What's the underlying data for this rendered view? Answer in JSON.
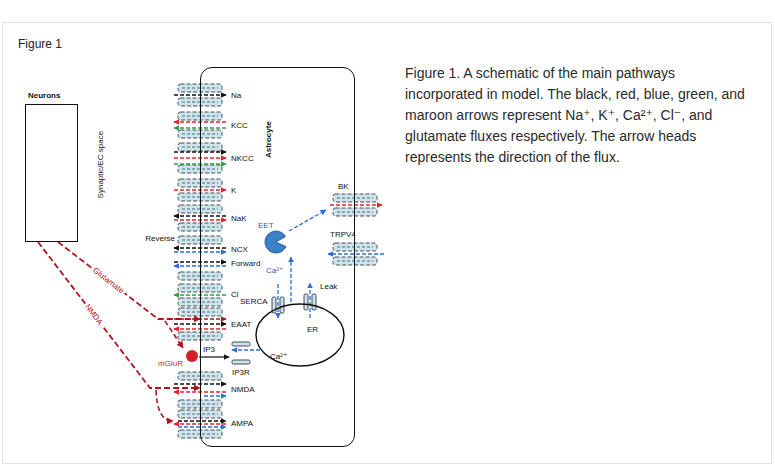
{
  "diagram": {
    "title": "Figure 1",
    "caption": "Figure 1. A schematic of the main pathways incorporated in model. The black, red, blue, green, and maroon arrows represent Na⁺, K⁺, Ca²⁺, Cl⁻, and glutamate fluxes respectively. The arrow heads represents the direction of the flux.",
    "nodes": [
      {
        "text": [
          "Neurons"
        ]
      },
      {
        "text": [
          "Astrocyte"
        ]
      },
      {
        "text": [
          "ER"
        ],
        "in": 1
      }
    ],
    "edges": [
      {
        "from": 0,
        "to": 1,
        "arrow": "to",
        "label": "Glutamate"
      },
      {
        "from": 0,
        "to": 1,
        "arrow": "to",
        "label": "NMDA"
      }
    ],
    "labels": [
      "Synaptic/EC space",
      "Na",
      "KCC",
      "NKCC",
      "K",
      "NaK",
      "BK",
      "EET",
      "TRPV4",
      "Reverse",
      "NCX",
      "Forward",
      "Ca²⁺",
      "Leak",
      "Cl",
      "SERCA",
      "EAAT",
      "IP3",
      "Ca²⁺",
      "mGluR",
      "IP3R",
      "NMDA",
      "AMPA"
    ]
  }
}
